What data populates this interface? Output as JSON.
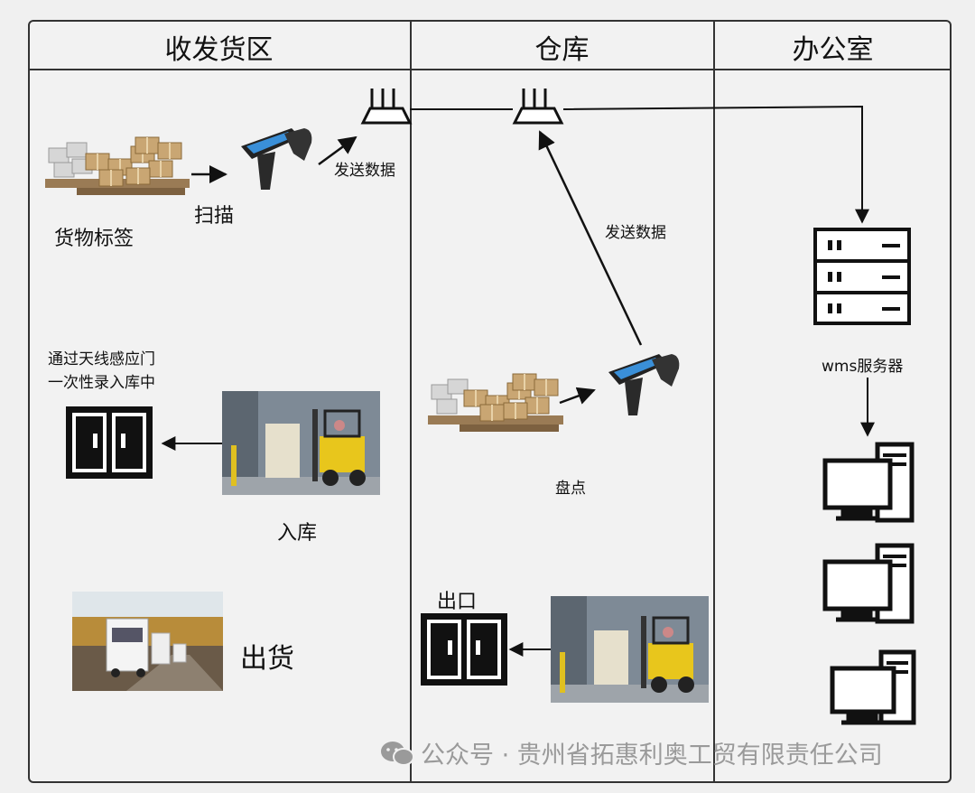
{
  "zones": {
    "receiving": "收发货区",
    "warehouse": "仓库",
    "office": "办公室"
  },
  "labels": {
    "goods_tag": "货物标签",
    "scan": "扫描",
    "send_data_1": "发送数据",
    "send_data_2": "发送数据",
    "gate_line1": "通过天线感应门",
    "gate_line2": "一次性录入库中",
    "inbound": "入库",
    "shipping": "出货",
    "inventory": "盘点",
    "exit": "出口",
    "wms_server": "wms服务器"
  },
  "watermark": "公众号 · 贵州省拓惠利奥工贸有限责任公司"
}
